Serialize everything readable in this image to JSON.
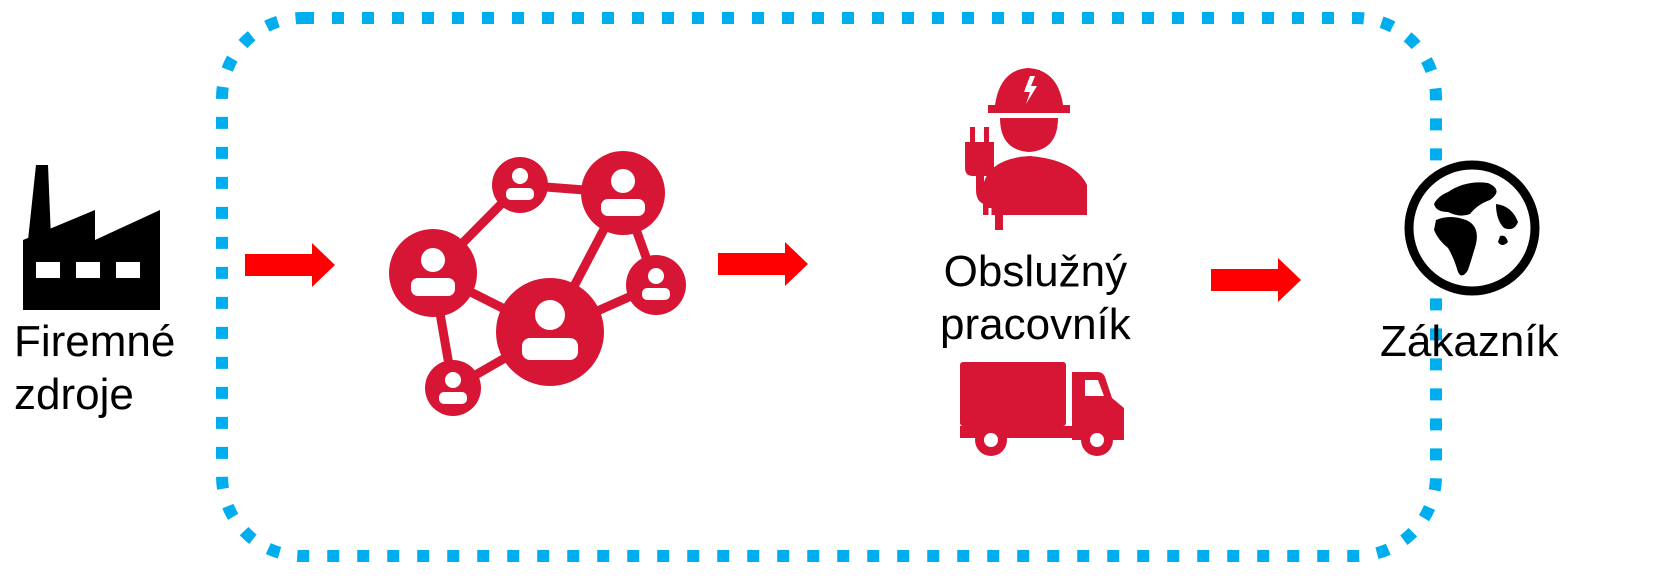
{
  "colors": {
    "icon_red": "#d71635",
    "arrow_red": "#ff0000",
    "boundary_blue": "#00aeef",
    "icon_black": "#000000"
  },
  "nodes": {
    "source": {
      "label_line1": "Firemné",
      "label_line2": "zdroje",
      "icon": "factory-icon"
    },
    "network": {
      "icon": "people-network-icon"
    },
    "worker": {
      "label_line1": "Obslužný",
      "label_line2": "pracovník",
      "icon": "electrician-icon",
      "vehicle_icon": "delivery-truck-icon"
    },
    "customer": {
      "label": "Zákazník",
      "icon": "globe-icon"
    }
  },
  "arrows": [
    "arrow-right-icon",
    "arrow-right-icon",
    "arrow-right-icon"
  ],
  "boundary": {
    "style": "dotted-rounded-rectangle"
  }
}
